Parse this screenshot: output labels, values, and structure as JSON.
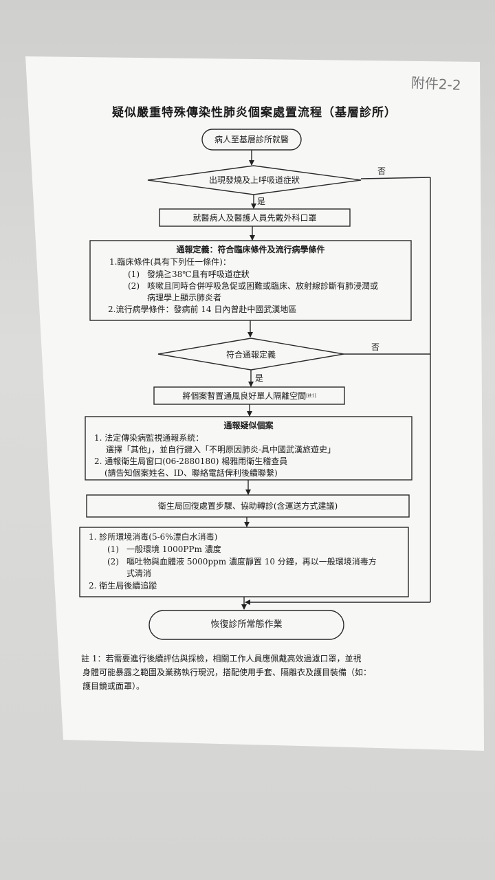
{
  "handwritten_label": "附件2-2",
  "title": "疑似嚴重特殊傳染性肺炎個案處置流程（基層診所）",
  "start": "病人至基層診所就醫",
  "decision1": {
    "text": "出現發燒及上呼吸道症狀",
    "yes": "是",
    "no": "否"
  },
  "step_mask": "就醫病人及醫護人員先戴外科口罩",
  "definition": {
    "heading": "通報定義：符合臨床條件及流行病學條件",
    "clinical_title": "1.臨床條件(具有下列任一條件)：",
    "clinical_1_num": "(1)",
    "clinical_1": "發燒≧38℃且有呼吸道症狀",
    "clinical_2_num": "(2)",
    "clinical_2_line1": "咳嗽且同時合併呼吸急促或困難或臨床、放射線診斷有肺浸潤或",
    "clinical_2_line2": "病理學上顯示肺炎者",
    "epi": "2.流行病學條件：發病前 14 日內曾赴中國武漢地區"
  },
  "decision2": {
    "text": "符合通報定義",
    "yes": "是",
    "no": "否"
  },
  "step_isolation": "將個案暫置通風良好單人隔離空間",
  "step_isolation_note": "[註1]",
  "report": {
    "heading": "通報疑似個案",
    "item1_line1": "1.  法定傳染病監視通報系統：",
    "item1_line2": "選擇「其他」，並自行鍵入「不明原因肺炎-具中國武漢旅遊史」",
    "item2_line1": "2.  通報衛生局窗口(06-2880180) 楊雅雨衛生稽查員",
    "item2_line2": "(請告知個案姓名、ID、聯絡電話俾利後續聯繫)"
  },
  "step_health_bureau": "衛生局回復處置步驟、協助轉診(含運送方式建議)",
  "disinfection": {
    "item1": "1.  診所環境消毒(5-6%漂白水消毒)",
    "sub1_num": "(1)",
    "sub1": "一般環境 1000PPm 濃度",
    "sub2_num": "(2)",
    "sub2_line1": "嘔吐物與血體液 5000ppm 濃度靜置 10 分鐘，再以一般環境消毒方",
    "sub2_line2": "式清消",
    "item2": "2.  衛生局後續追蹤"
  },
  "end": "恢復診所常態作業",
  "footnote": {
    "line1": "註 1：若需要進行後續評估與採檢，相關工作人員應佩戴高效過濾口罩，並視",
    "line2": "身體可能暴露之範圍及業務執行現況，搭配使用手套、隔離衣及護目裝備（如：",
    "line3": "護目鏡或面罩）。"
  }
}
